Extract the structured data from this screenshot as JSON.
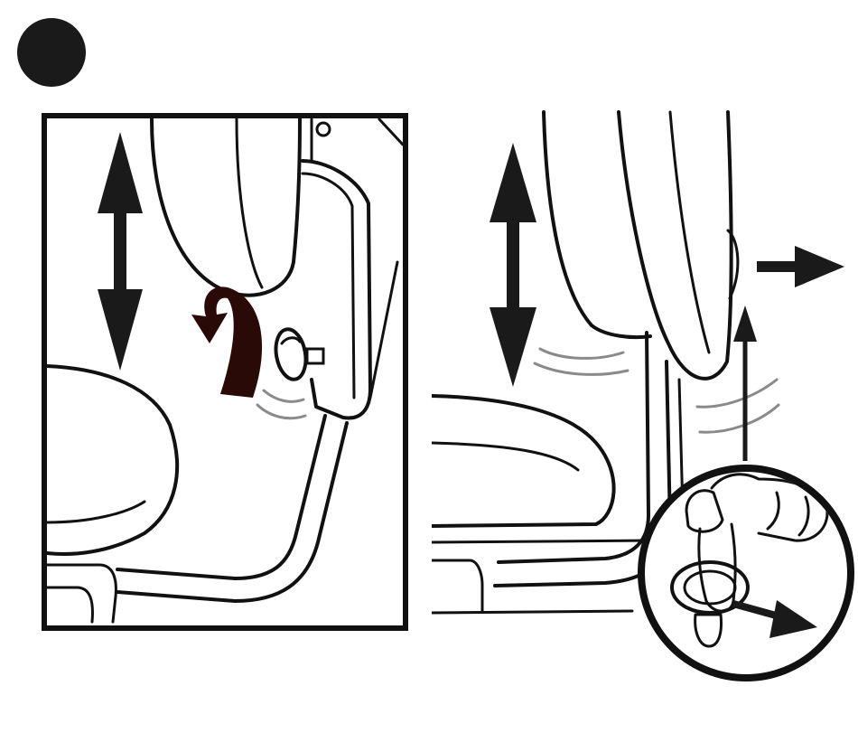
{
  "colors": {
    "ink": "#111111",
    "arrow_fill": "#1a1a1a",
    "rotate_arrow": "#2a0a06",
    "motion_lines": "#8a8a8a",
    "background": "#ffffff"
  },
  "icons": {
    "step_marker": "filled-circle",
    "left_vertical_arrow": "double-headed-vertical-arrow",
    "right_vertical_arrow": "double-headed-vertical-arrow",
    "rotate_arrow": "curved-rotate-arrow",
    "pull_out_arrow": "right-arrow",
    "up_arrow": "up-arrow",
    "detail_arrow": "right-arrow"
  }
}
